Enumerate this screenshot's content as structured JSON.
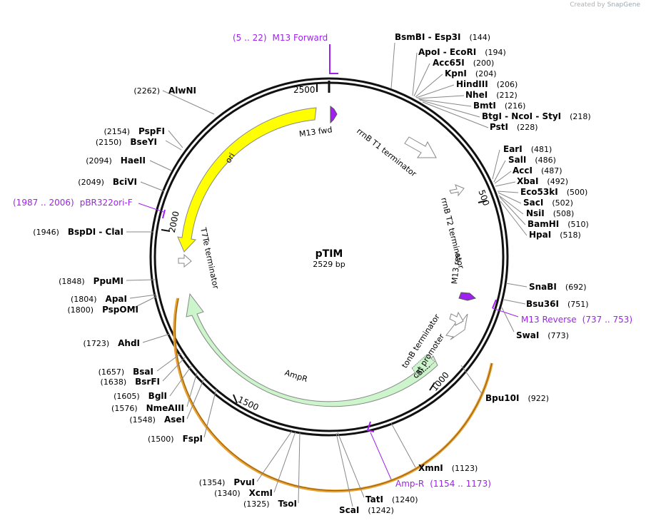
{
  "credit": {
    "created_by": "Created by",
    "brand": "SnapGene"
  },
  "plasmid": {
    "name": "pTIM",
    "length": 2529,
    "length_label": "2529 bp"
  },
  "ticks": [
    "500",
    "1000",
    "1500",
    "2000",
    "2500"
  ],
  "features": [
    {
      "label": "M13 fwd",
      "color": "#a020f0"
    },
    {
      "label": "rrnB T1 terminator",
      "color": "#ffffff"
    },
    {
      "label": "rrnB T2 terminator",
      "color": "#ffffff"
    },
    {
      "label": "M13 rev",
      "color": "#a020f0"
    },
    {
      "label": "tonB terminator",
      "color": "#ffffff"
    },
    {
      "label": "cat promoter",
      "color": "#ffffff"
    },
    {
      "label": "Si...",
      "color": "#ccf5cc"
    },
    {
      "label": "AmpR",
      "color": "#ccf5cc"
    },
    {
      "label": "T7Te terminator",
      "color": "#ffffff"
    },
    {
      "label": "ori",
      "color": "#ffff00"
    }
  ],
  "right_sites": [
    {
      "name": "BsmBI  - Esp3I",
      "pos": "(144)"
    },
    {
      "name": "ApoI  - EcoRI",
      "pos": "(194)"
    },
    {
      "name": "Acc65I",
      "pos": "(200)"
    },
    {
      "name": "KpnI",
      "pos": "(204)"
    },
    {
      "name": "HindIII",
      "pos": "(206)"
    },
    {
      "name": "NheI",
      "pos": "(212)"
    },
    {
      "name": "BmtI",
      "pos": "(216)"
    },
    {
      "name": "BtgI  - NcoI  - StyI",
      "pos": "(218)"
    },
    {
      "name": "PstI",
      "pos": "(228)"
    },
    {
      "name": "EarI",
      "pos": "(481)"
    },
    {
      "name": "SalI",
      "pos": "(486)"
    },
    {
      "name": "AccI",
      "pos": "(487)"
    },
    {
      "name": "XbaI",
      "pos": "(492)"
    },
    {
      "name": "Eco53kI",
      "pos": "(500)"
    },
    {
      "name": "SacI",
      "pos": "(502)"
    },
    {
      "name": "NsiI",
      "pos": "(508)"
    },
    {
      "name": "BamHI",
      "pos": "(510)"
    },
    {
      "name": "HpaI",
      "pos": "(518)"
    },
    {
      "name": "SnaBI",
      "pos": "(692)"
    },
    {
      "name": "Bsu36I",
      "pos": "(751)"
    },
    {
      "name": "SwaI",
      "pos": "(773)"
    },
    {
      "name": "Bpu10I",
      "pos": "(922)"
    },
    {
      "name": "XmnI",
      "pos": "(1123)"
    },
    {
      "name": "TatI",
      "pos": "(1240)"
    },
    {
      "name": "ScaI",
      "pos": "(1242)"
    }
  ],
  "left_sites": [
    {
      "name": "AlwNI",
      "pos": "(2262)"
    },
    {
      "name": "PspFI",
      "pos": "(2154)"
    },
    {
      "name": "BseYI",
      "pos": "(2150)"
    },
    {
      "name": "HaeII",
      "pos": "(2094)"
    },
    {
      "name": "BciVI",
      "pos": "(2049)"
    },
    {
      "name": "BspDI  - ClaI",
      "pos": "(1946)"
    },
    {
      "name": "PpuMI",
      "pos": "(1848)"
    },
    {
      "name": "ApaI",
      "pos": "(1804)"
    },
    {
      "name": "PspOMI",
      "pos": "(1800)"
    },
    {
      "name": "AhdI",
      "pos": "(1723)"
    },
    {
      "name": "BsaI",
      "pos": "(1657)"
    },
    {
      "name": "BsrFI",
      "pos": "(1638)"
    },
    {
      "name": "BglI",
      "pos": "(1605)"
    },
    {
      "name": "NmeAIII",
      "pos": "(1576)"
    },
    {
      "name": "AseI",
      "pos": "(1548)"
    },
    {
      "name": "FspI",
      "pos": "(1500)"
    },
    {
      "name": "PvuI",
      "pos": "(1354)"
    },
    {
      "name": "XcmI",
      "pos": "(1340)"
    },
    {
      "name": "TsoI",
      "pos": "(1325)"
    }
  ],
  "primers": [
    {
      "name": "M13 Forward",
      "range": "(5 .. 22)"
    },
    {
      "name": "M13 Reverse",
      "range": "(737 .. 753)"
    },
    {
      "name": "Amp-R",
      "range": "(1154 .. 1173)"
    },
    {
      "name": "pBR322ori-F",
      "range": "(1987 .. 2006)"
    }
  ]
}
